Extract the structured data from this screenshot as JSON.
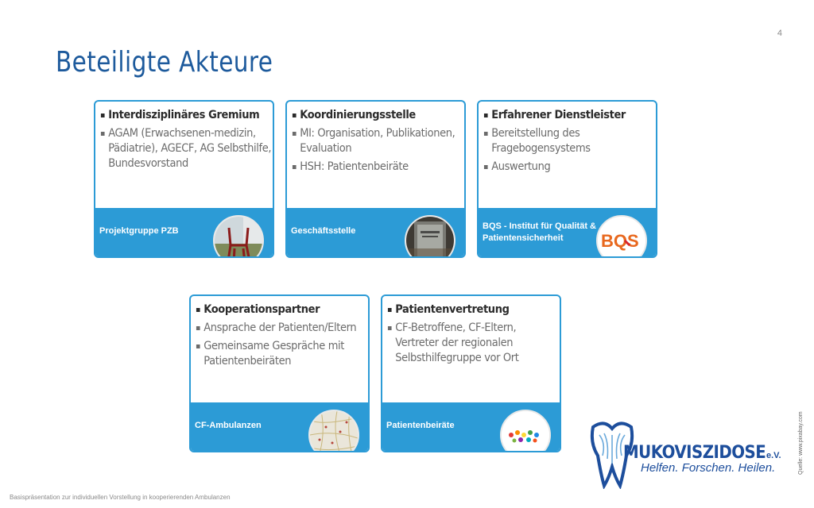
{
  "slide": {
    "title": "Beteiligte Akteure",
    "page_number": "4",
    "footer": "Basispräsentation zur individuellen Vorstellung in kooperierenden Ambulanzen",
    "side_note": "Quelle: www.pixabay.com"
  },
  "cards": [
    {
      "heading": "Interdisziplinäres Gremium",
      "items": [
        "AGAM (Erwachsenen-medizin, Pädiatrie), AGECF, AG Selbsthilfe, Bundesvorstand"
      ],
      "footer_label": "Projektgruppe PZB",
      "image": "chair-photo"
    },
    {
      "heading": "Koordinierungsstelle",
      "items": [
        "MI: Organisation, Publikationen, Evaluation",
        "HSH: Patientenbeiräte"
      ],
      "footer_label": "Geschäftsstelle",
      "image": "door-photo"
    },
    {
      "heading": "Erfahrener Dienstleister",
      "items": [
        "Bereitstellung des Fragebogensystems",
        "Auswertung"
      ],
      "footer_label": "BQS - Institut für Qualität & Patientensicherheit",
      "image": "bqs-logo",
      "logo_text": "BQS"
    },
    {
      "heading": "Kooperationspartner",
      "items": [
        "Ansprache  der Patienten/Eltern",
        "Gemeinsame Gespräche mit Patientenbeiräten"
      ],
      "footer_label": "CF-Ambulanzen",
      "image": "map-photo"
    },
    {
      "heading": "Patientenvertretung",
      "items": [
        "CF-Betroffene, CF-Eltern, Vertreter der regionalen Selbsthilfegruppe vor Ort"
      ],
      "footer_label": "Patientenbeiräte",
      "image": "people-network-graphic"
    }
  ],
  "logo": {
    "name": "MUKOVISZIDOSE",
    "suffix": "e.V.",
    "tagline": "Helfen. Forschen. Heilen."
  },
  "colors": {
    "accent": "#2c9bd6",
    "title": "#1d5a9c",
    "logo": "#1d4e9c",
    "bqs_orange": "#e8681e",
    "bqs_red": "#d8242c"
  }
}
